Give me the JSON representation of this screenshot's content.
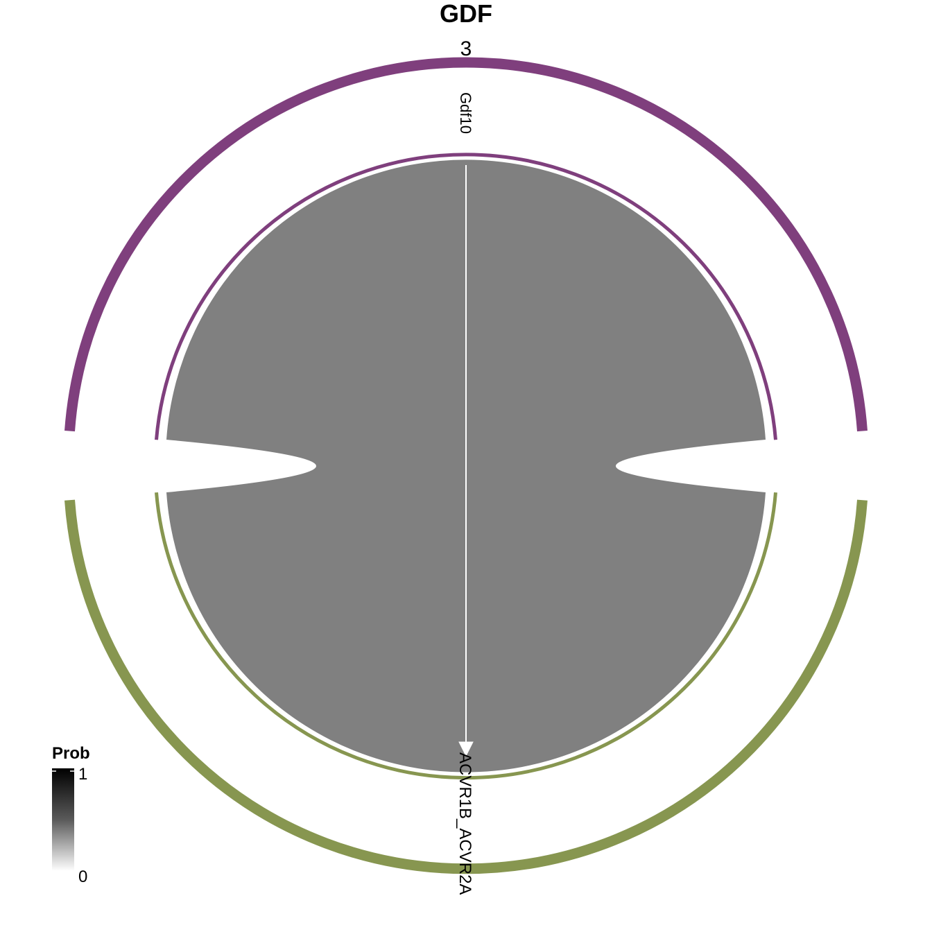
{
  "title": "GDF",
  "outer_sector_label": "3",
  "sectors": [
    {
      "name": "Gdf10",
      "role": "ligand",
      "color": "#7F3F7D"
    },
    {
      "name": "ACVR1B_ACVR2A",
      "role": "receptor",
      "color": "#879650"
    }
  ],
  "links": [
    {
      "from": "Gdf10",
      "to": "ACVR1B_ACVR2A",
      "prob": 0.5,
      "color": "#808080"
    }
  ],
  "legend": {
    "title": "Prob",
    "max_label": "1",
    "min_label": "0"
  }
}
